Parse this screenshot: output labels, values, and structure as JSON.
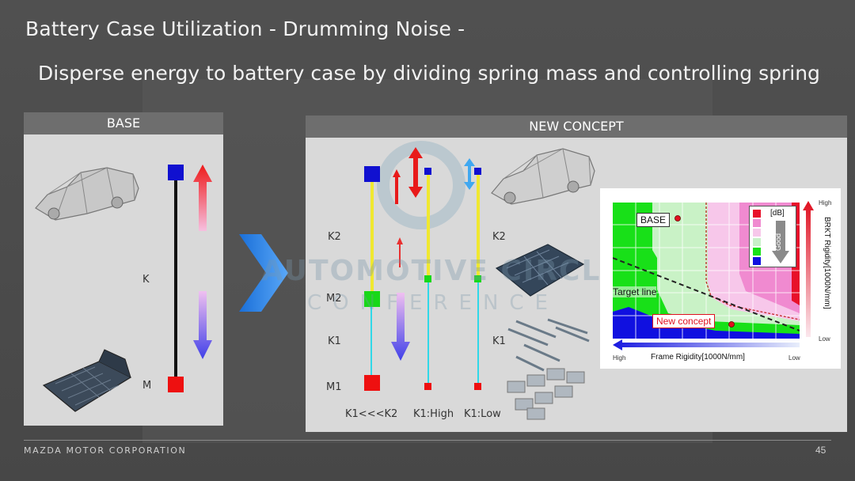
{
  "slide": {
    "title": "Battery Case Utilization - Drumming Noise -",
    "subtitle": "Disperse energy to battery case by dividing spring mass and controlling spring",
    "footer": "MAZDA MOTOR CORPORATION",
    "page": "45"
  },
  "base_panel": {
    "header": "BASE",
    "k_label": "K",
    "m_label": "M"
  },
  "concept_panel": {
    "header": "NEW CONCEPT",
    "k2_label": "K2",
    "m2_label": "M2",
    "k1_label": "K1",
    "m1_label": "M1",
    "k2_label_right": "K2",
    "k1_label_right": "K1",
    "caption_1": "K1<<<K2",
    "caption_2": "K1:High",
    "caption_3": "K1:Low"
  },
  "watermark": {
    "line1": "AUTOMOTIVE CIRCLE",
    "line2": "CONFERENCE"
  },
  "chart": {
    "y_high": "High",
    "y_low": "Low",
    "y_axis": "BRKT Rigidity[1000N/mm]",
    "x_high": "High",
    "x_low": "Low",
    "x_axis": "Frame Rigidity[1000N/mm]",
    "legend_unit": "[dB]",
    "legend_good": "Good",
    "base_label": "BASE",
    "concept_label": "New concept",
    "target_label": "Target line",
    "colors": {
      "red": "#e8102a",
      "pink": "#f08ad0",
      "light_pink": "#f7c7ea",
      "light_green": "#c8f0c8",
      "green": "#18e018",
      "blue": "#1010e0"
    }
  }
}
